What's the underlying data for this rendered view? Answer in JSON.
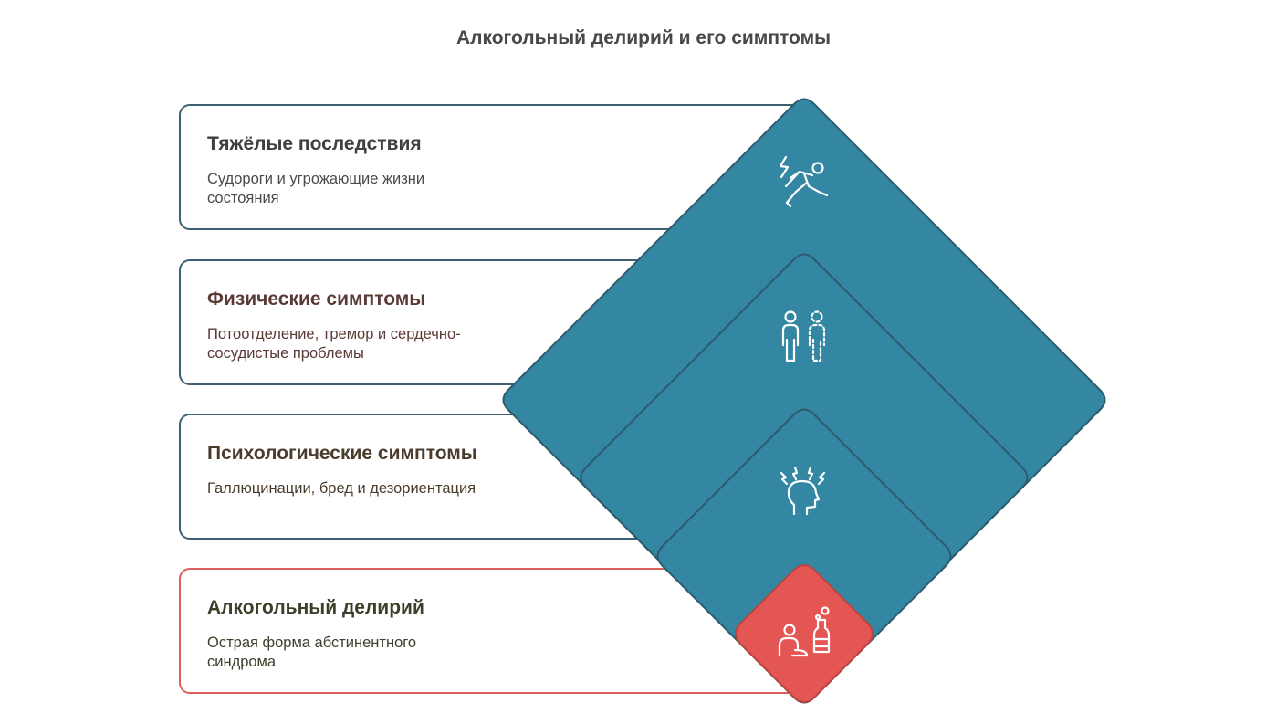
{
  "title": "Алкогольный делирий и его симптомы",
  "levels": [
    {
      "heading": "Тяжёлые последствия",
      "text": "Судороги и угрожающие жизни состояния",
      "icon": "falling-person-electric-shock-icon",
      "heading_color": "#3f3f3f",
      "text_color": "#4a4a4a"
    },
    {
      "heading": "Физические симптомы",
      "text": "Потоотделение, тремор и сердечно-сосудистые проблемы",
      "icon": "person-and-dashed-person-icon",
      "heading_color": "#5a3a36",
      "text_color": "#5a3a36"
    },
    {
      "heading": "Психологические симптомы",
      "text": "Галлюцинации, бред и дезориентация",
      "icon": "head-with-lightning-icon",
      "heading_color": "#4a3c2c",
      "text_color": "#4a3c2c"
    },
    {
      "heading": "Алкогольный делирий",
      "text": "Острая форма абстинентного синдрома",
      "icon": "person-with-bottle-icon",
      "heading_color": "#3f3e2a",
      "text_color": "#3f3e2a"
    }
  ],
  "colors": {
    "diamond_fill": "#3387a3",
    "diamond_stroke": "#2d5a6c",
    "accent_fill": "#e45653",
    "accent_stroke": "#b74542",
    "card_border": "#3c5f72",
    "card_border_accent": "#d9605c"
  }
}
